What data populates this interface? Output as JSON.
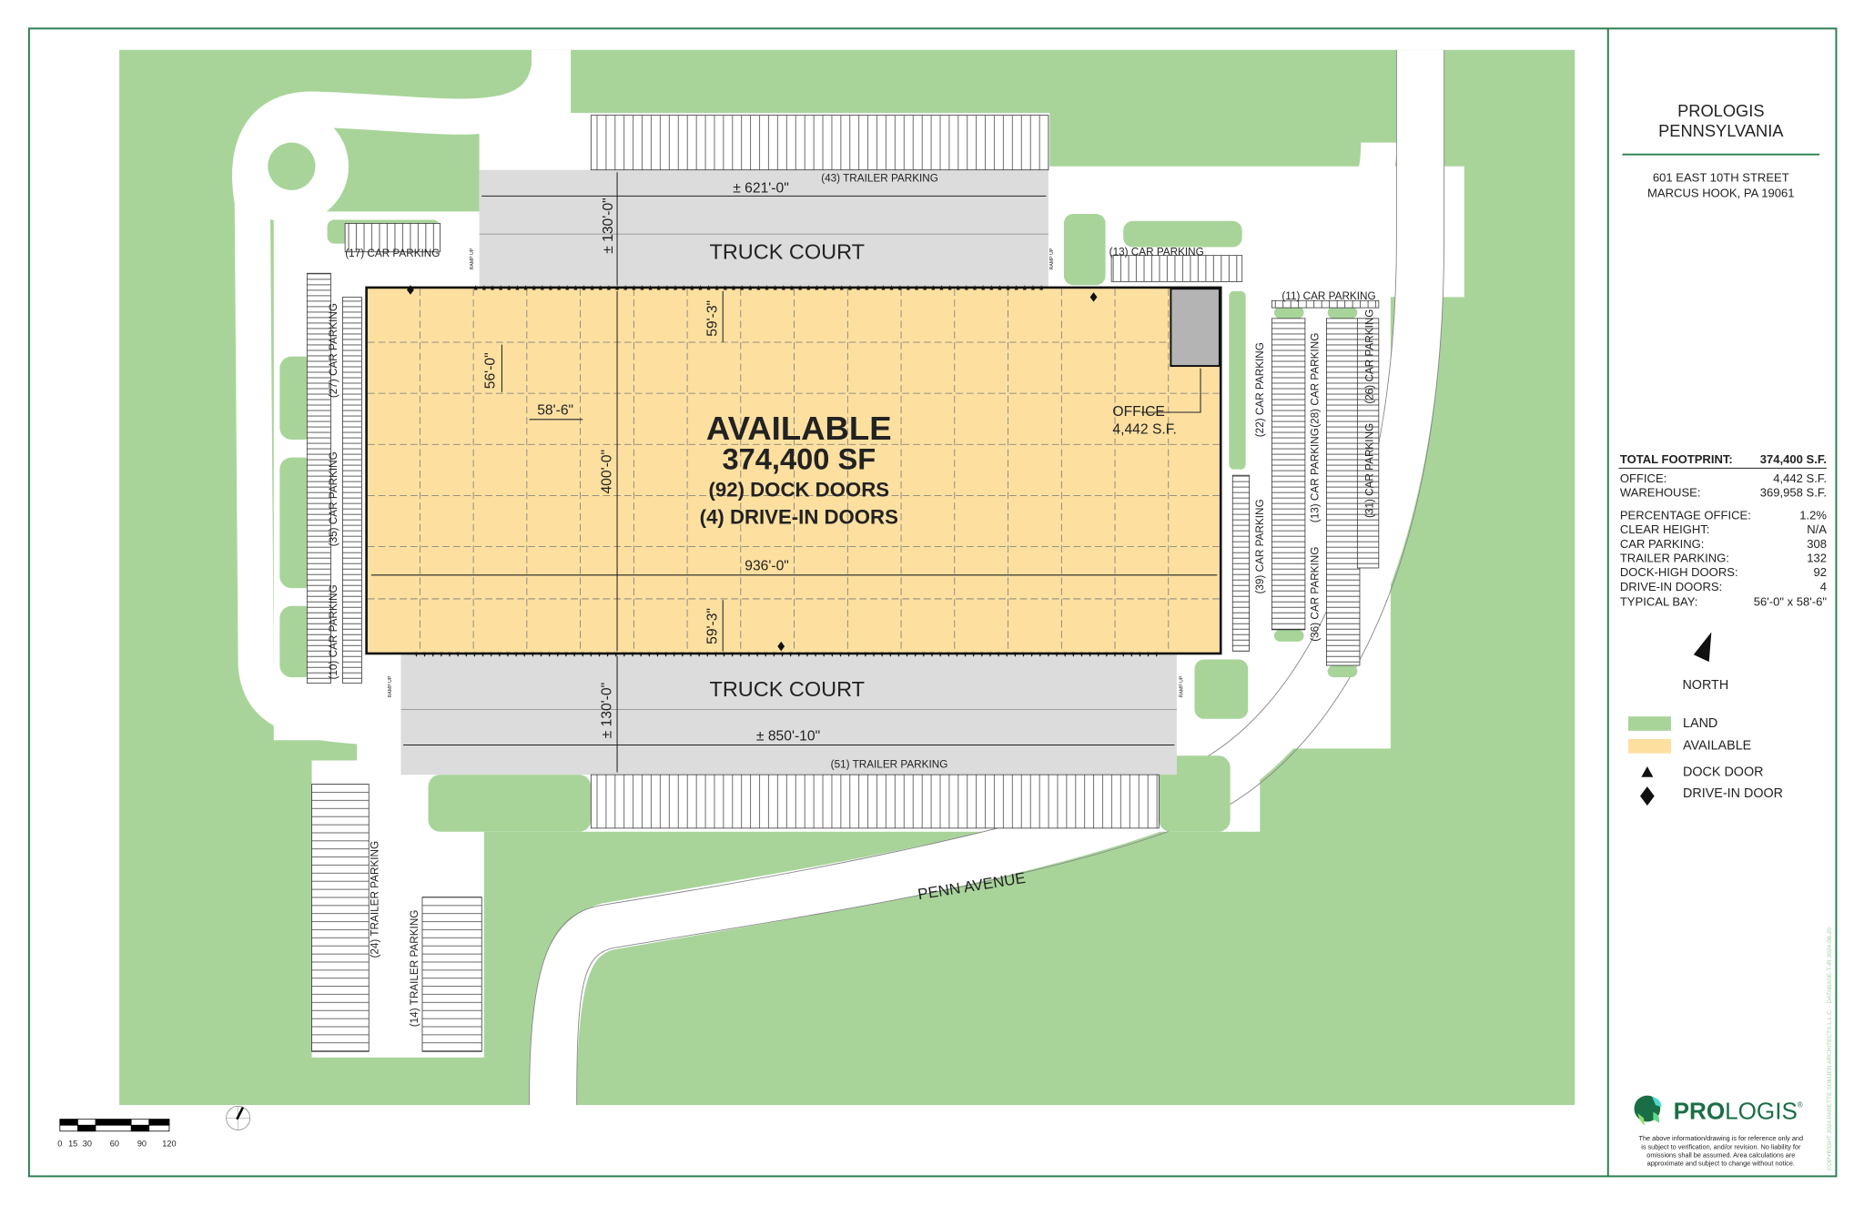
{
  "colors": {
    "land": "#a8d49a",
    "available": "#fde0a0",
    "paving": "#dcdcdc",
    "border": "#2e7d4f",
    "office": "#b4b4b4"
  },
  "plan": {
    "top_trailer_parking": "(43) TRAILER PARKING",
    "top_width_dim": "± 621'-0\"",
    "top_truck_court": "TRUCK COURT",
    "top_court_depth": "± 130'-0\"",
    "car_parking_17": "(17) CAR PARKING",
    "car_parking_13_top": "(13) CAR PARKING",
    "car_parking_11": "(11) CAR PARKING",
    "car_parking_27": "(27) CAR PARKING",
    "car_parking_35": "(35) CAR PARKING",
    "car_parking_10": "(10) CAR PARKING",
    "car_parking_22": "(22) CAR PARKING",
    "car_parking_39": "(39) CAR PARKING",
    "car_parking_28": "(28) CAR PARKING",
    "car_parking_13_right": "(13) CAR PARKING",
    "car_parking_36": "(36) CAR PARKING",
    "car_parking_26": "(26) CAR PARKING",
    "car_parking_31": "(31) CAR PARKING",
    "ramp_up": "RAMP UP",
    "dim_end_bay_top": "59'-3\"",
    "dim_bay_depth": "56'-0\"",
    "dim_bay_width": "58'-6\"",
    "dim_building_depth": "400'-0\"",
    "dim_building_length": "936'-0\"",
    "dim_end_bay_bottom": "59'-3\"",
    "building": {
      "status": "AVAILABLE",
      "area": "374,400 SF",
      "dock_doors": "(92) DOCK DOORS",
      "drive_in_doors": "(4) DRIVE-IN DOORS",
      "office_label": "OFFICE",
      "office_area": "4,442 S.F."
    },
    "bottom_truck_court": "TRUCK COURT",
    "bottom_court_depth": "± 130'-0\"",
    "bottom_width_dim": "± 850'-10\"",
    "bottom_trailer_parking": "(51) TRAILER PARKING",
    "trailer_parking_24": "(24) TRAILER PARKING",
    "trailer_parking_14": "(14) TRAILER PARKING",
    "street": "PENN AVENUE",
    "scale_ticks": [
      "0",
      "15",
      "30",
      "60",
      "90",
      "120"
    ]
  },
  "panel": {
    "title_line1": "PROLOGIS",
    "title_line2": "PENNSYLVANIA",
    "address_line1": "601 EAST 10TH STREET",
    "address_line2": "MARCUS HOOK, PA 19061",
    "total": {
      "label": "TOTAL FOOTPRINT:",
      "value": "374,400 S.F."
    },
    "stats": [
      {
        "label": "OFFICE:",
        "value": "4,442 S.F."
      },
      {
        "label": "WAREHOUSE:",
        "value": "369,958 S.F."
      },
      {
        "label": "PERCENTAGE OFFICE:",
        "value": "1.2%"
      },
      {
        "label": "CLEAR HEIGHT:",
        "value": "N/A"
      },
      {
        "label": "CAR PARKING:",
        "value": "308"
      },
      {
        "label": "TRAILER PARKING:",
        "value": "132"
      },
      {
        "label": "DOCK-HIGH DOORS:",
        "value": "92"
      },
      {
        "label": "DRIVE-IN DOORS:",
        "value": "4"
      },
      {
        "label": "TYPICAL BAY:",
        "value": "56'-0\" x 58'-6\""
      }
    ],
    "north_label": "NORTH",
    "legend": [
      {
        "label": "LAND",
        "icon": "green-swatch"
      },
      {
        "label": "AVAILABLE",
        "icon": "yellow-swatch"
      },
      {
        "label": "DOCK DOOR",
        "icon": "triangle"
      },
      {
        "label": "DRIVE-IN DOOR",
        "icon": "diamond"
      }
    ],
    "logo": {
      "bold": "PRO",
      "regular": "LOGIS",
      "mark": "®"
    },
    "disclaimer": [
      "The above information/drawing is for reference only and",
      "is subject to verification, and/or revision.  No liability for",
      "omissions shall be assumed.  Area calculations are",
      "approximate and subject to change without notice."
    ],
    "copyright": "COPYRIGHT 2024  PARETTE SOMJEN ARCHITECTS L.L.C.  -  DATABASE-T-IR 2024-08-20"
  }
}
